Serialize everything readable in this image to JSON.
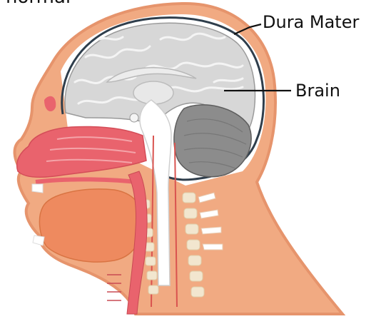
{
  "partial_title": "normal",
  "labels": {
    "dura_mater": "Dura Mater",
    "brain": "Brain"
  },
  "colors": {
    "skin": "#f1aa82",
    "skin_outline": "#e6946c",
    "dura_mater": "#2f3e4c",
    "cerebrum": "#d7d7d7",
    "cerebellum": "#8c8c8c",
    "nasal_cavity": "#e9636d",
    "oral_cavity": "#ee8a5f",
    "spinal_cord": "#ffffff",
    "vertebrae": "#f2e6cf"
  }
}
